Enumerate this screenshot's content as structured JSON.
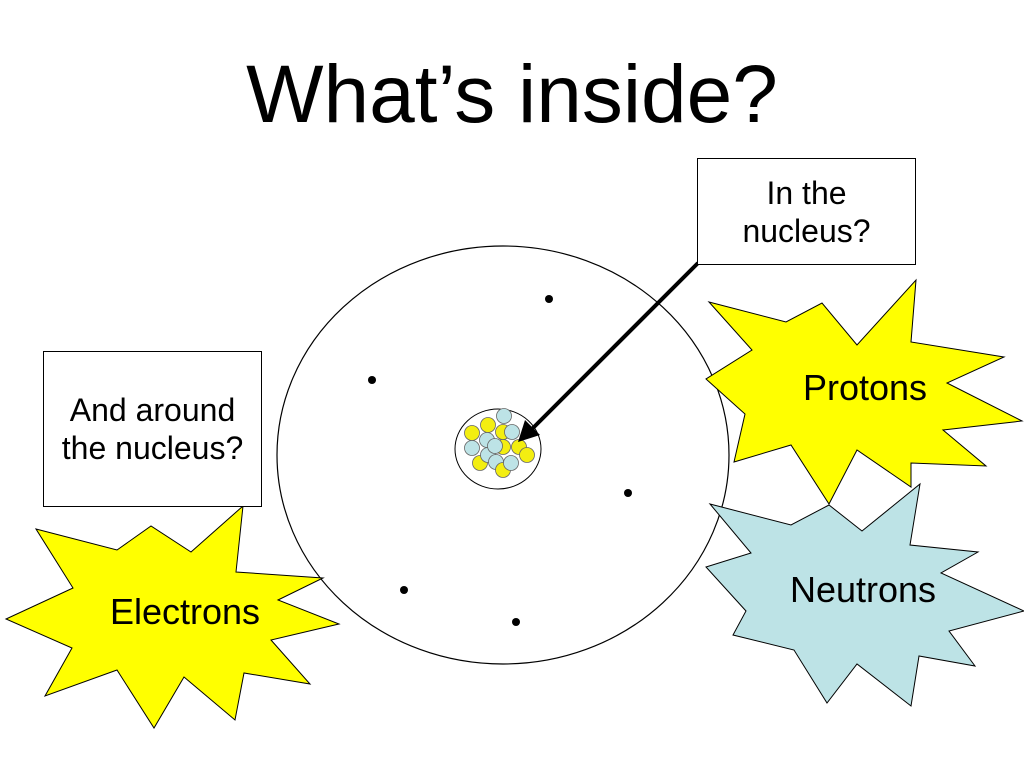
{
  "title": "What’s inside?",
  "labels": {
    "in_nucleus": "In the nucleus?",
    "around_nucleus": "And around the nucleus?"
  },
  "bursts": {
    "protons": "Protons",
    "neutrons": "Neutrons",
    "electrons": "Electrons"
  },
  "colors": {
    "proton": "#ffff00",
    "neutron": "#bde3e6",
    "proton_small": "#f3ee11",
    "neutron_small": "#bde3e6",
    "outline": "#000000"
  },
  "counts": {
    "electrons_shown": 5,
    "nucleons_shown": 16
  }
}
